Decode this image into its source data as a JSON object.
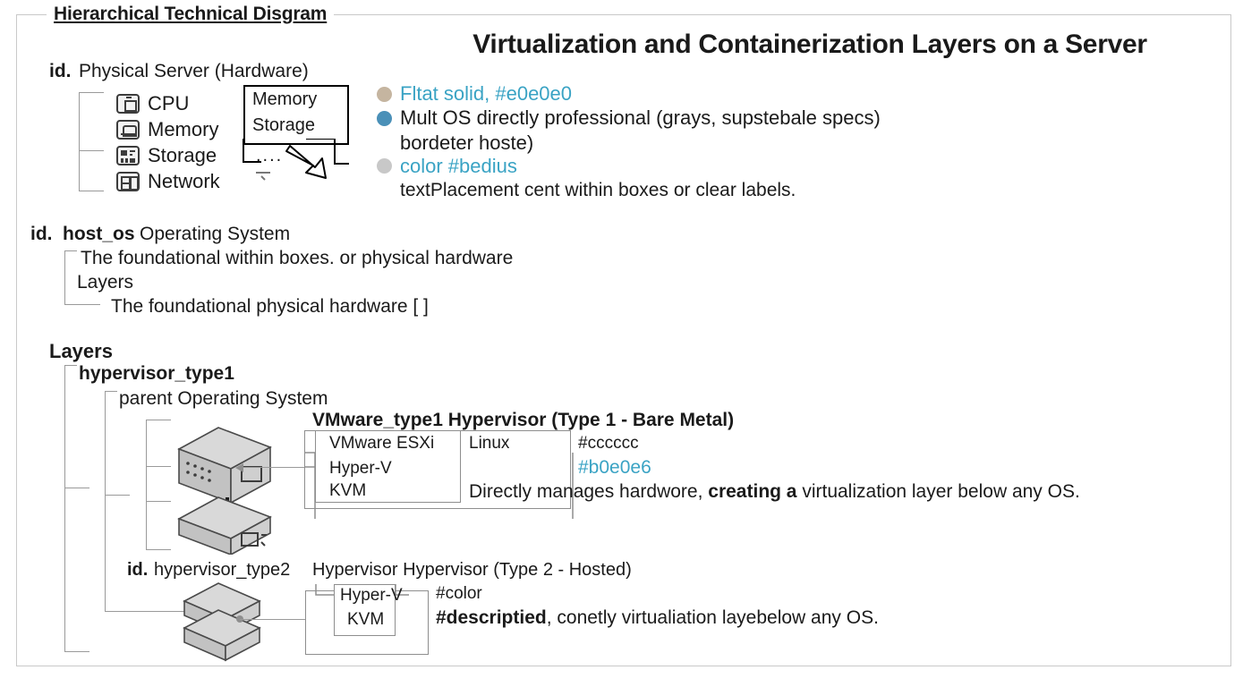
{
  "frame": {
    "title": "Hierarchical Technical Disgram"
  },
  "header": {
    "main_title": "Virtualization and Containerization Layers on a Server"
  },
  "legend": {
    "items": [
      {
        "color": "#c5b5a0",
        "text": "Fltat solid, #e0e0e0",
        "style": "cyan"
      },
      {
        "color": "#4a90b8",
        "text": "Mult OS directly professional (grays, supstebale specs)",
        "text2": "bordeter hoste)",
        "style": "dark"
      },
      {
        "color": "#c8c8c8",
        "text": "color #bedius",
        "text2": "textPlacement cent within boxes or clear labels.",
        "style": "cyan"
      }
    ]
  },
  "physical_server": {
    "id_prefix": "id.",
    "heading": "Physical Server (Hardware)",
    "components": [
      {
        "icon": "cpu-icon",
        "label": "CPU"
      },
      {
        "icon": "memory-icon",
        "label": "Memory"
      },
      {
        "icon": "storage-icon",
        "label": "Storage"
      },
      {
        "icon": "network-icon",
        "label": "Network"
      }
    ],
    "callout": {
      "line1": "Memory",
      "line2": "Storage",
      "ellipsis": "...."
    }
  },
  "host_os": {
    "id_prefix": "id.",
    "id": "host_os",
    "heading": "Operating System",
    "line1": "The foundational within boxes. or  physical hardware",
    "line2": "Layers",
    "line3": "The foundational physical hardware [ ]"
  },
  "layers": {
    "heading": "Layers",
    "type1": {
      "node": "hypervisor_type1",
      "child": "parent Operating System",
      "title": "VMware_type1 Hypervisor (Type 1 - Bare Metal)",
      "left_box": [
        "VMware ESXi",
        "Hyper-V",
        "KVM"
      ],
      "right_box_label": "Linux",
      "color1": "#cccccc",
      "color2": "#b0e0e6",
      "description_plain1": "Directly manages hardwore, ",
      "description_bold": "creating a",
      "description_plain2": " virtualization layer below any OS."
    },
    "type2": {
      "id_prefix": "id.",
      "id": "hypervisor_type2",
      "title_rest": "Hypervisor Hypervisor (Type 2 - Hosted)",
      "box": [
        "Hyper-V",
        "KVM"
      ],
      "color_label": "#color",
      "desc_bold": "#descriptied",
      "desc_rest": ", conetly virtualiation layebelow any OS."
    }
  }
}
